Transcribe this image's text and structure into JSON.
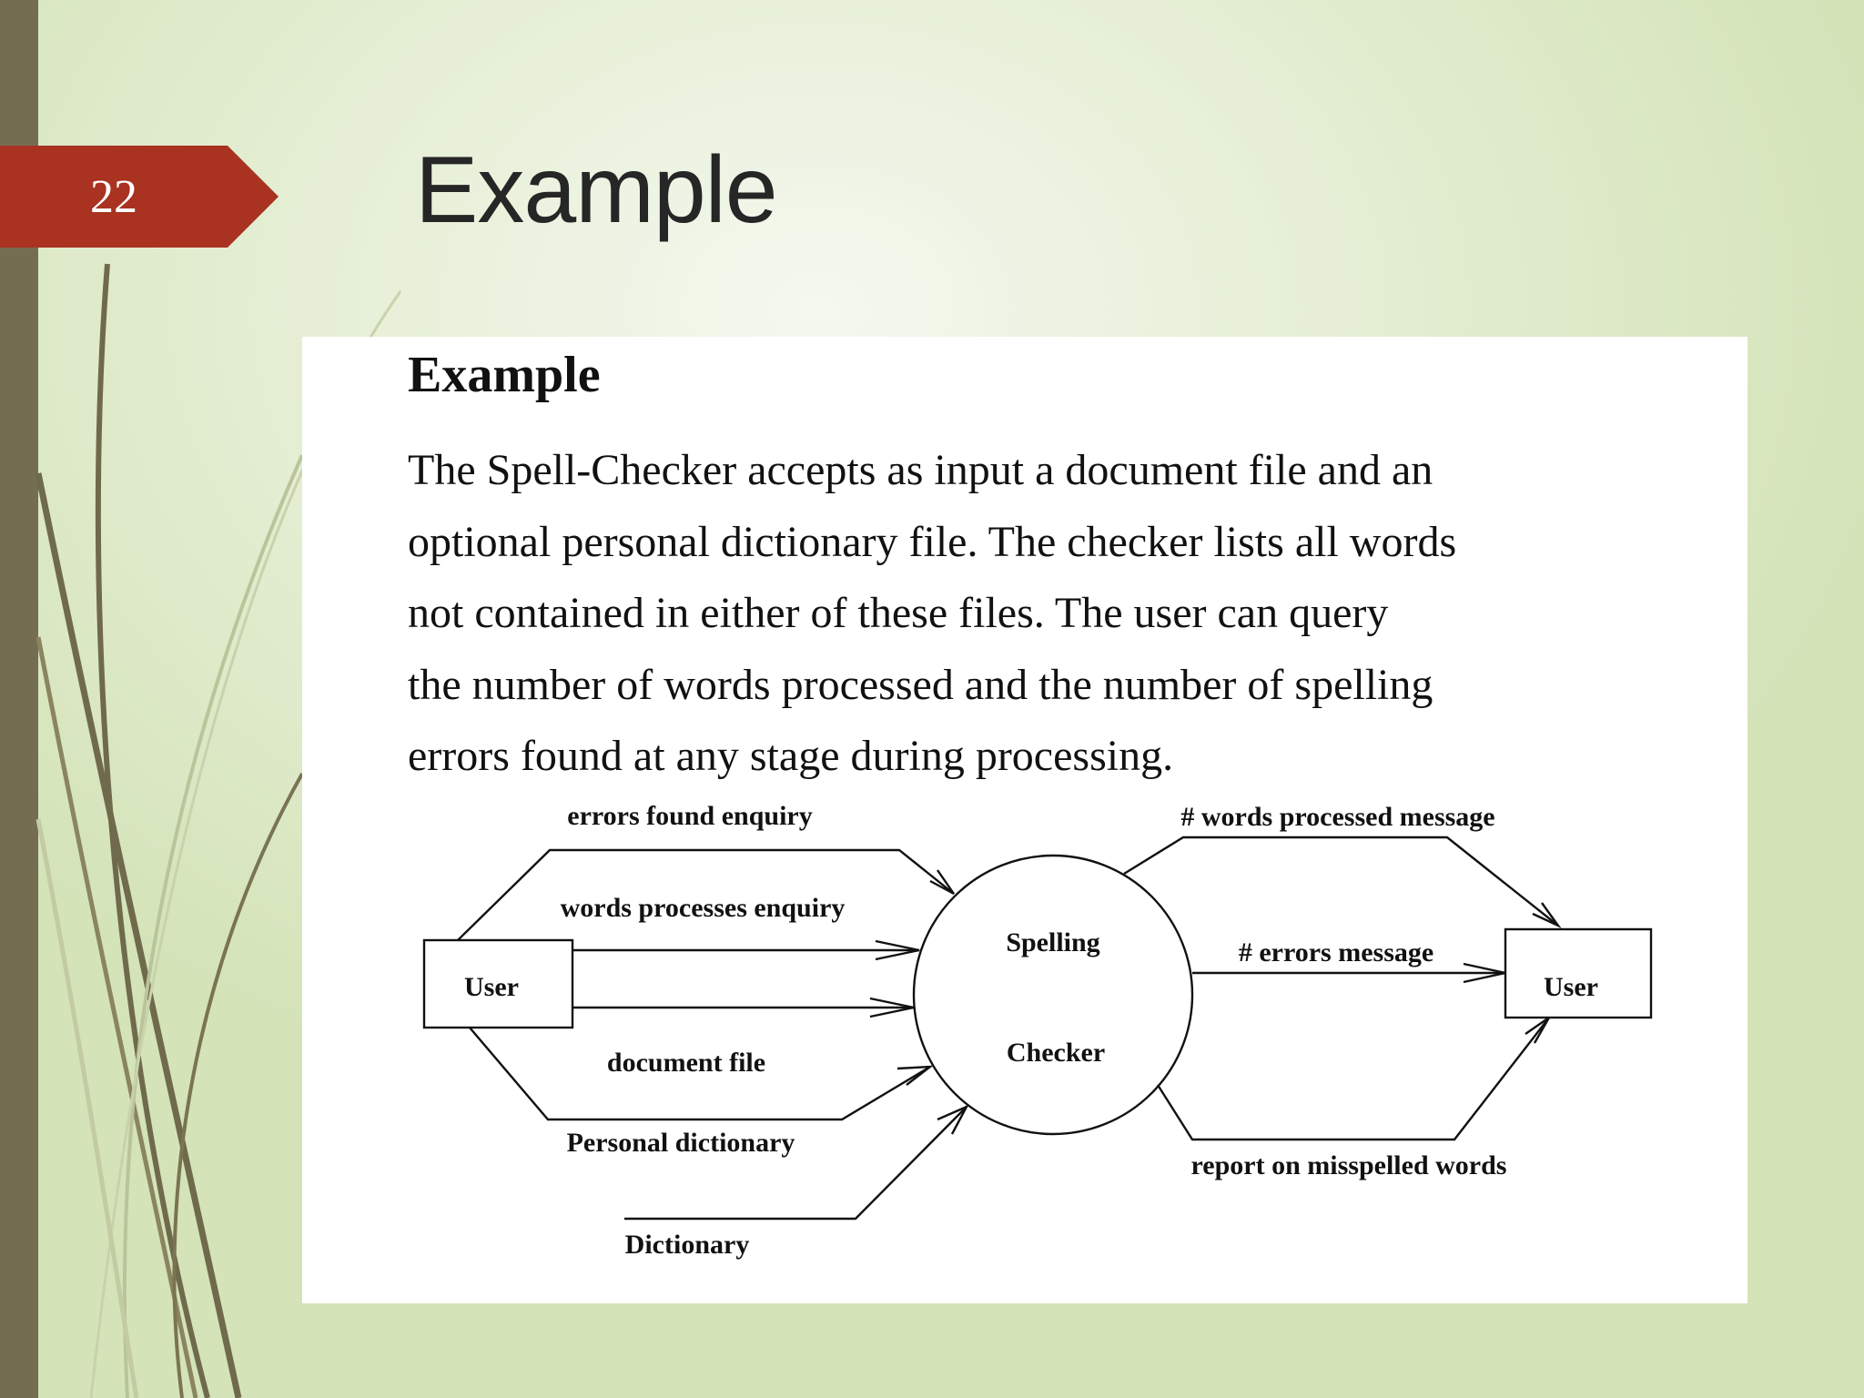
{
  "slide": {
    "number": "22",
    "title": "Example"
  },
  "content": {
    "heading": "Example",
    "paragraph_lines": [
      "The Spell-Checker accepts as input a document file and an",
      "optional personal dictionary file. The checker lists all words",
      "not contained in either of these files. The user can query",
      "the number of words processed and the number of spelling",
      "errors found at any stage during processing."
    ]
  },
  "diagram": {
    "process_line1": "Spelling",
    "process_line2": "Checker",
    "left_entity": "User",
    "right_entity": "User",
    "flows": {
      "errors_enquiry": "errors found enquiry",
      "words_enquiry": "words processes enquiry",
      "document_file": "document file",
      "personal_dictionary": "Personal dictionary",
      "dictionary": "Dictionary",
      "words_message": "# words processed message",
      "errors_message": "# errors message",
      "report": "report on misspelled words"
    }
  },
  "colors": {
    "number_tag": "#a93221",
    "left_bar": "#756d52",
    "background": "#e6efd6"
  }
}
